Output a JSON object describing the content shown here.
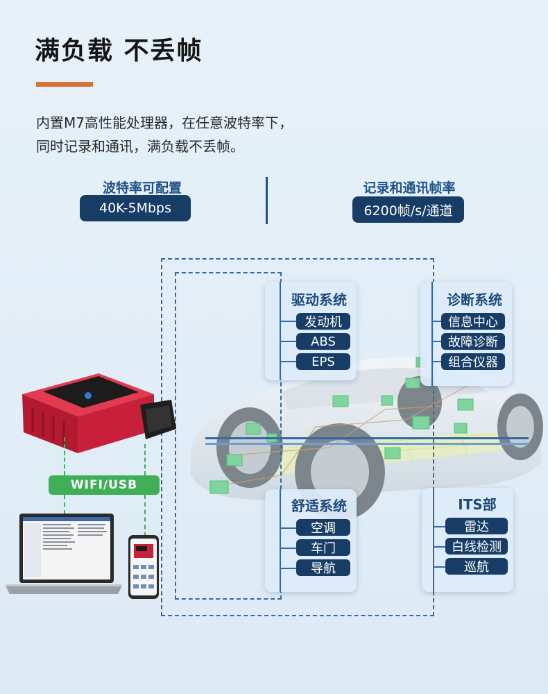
{
  "header": {
    "title": "满负载  不丢帧",
    "description": "内置M7高性能处理器，在任意波特率下，\n同时记录和通讯，满负载不丢帧。"
  },
  "stats": [
    {
      "label": "波特率可配置",
      "value": "40K-5Mbps"
    },
    {
      "label": "记录和通讯帧率",
      "value": "6200帧/s/通道"
    }
  ],
  "connection": {
    "label": "WIFI/USB"
  },
  "systems": [
    {
      "title": "驱动系统",
      "items": [
        "发动机",
        "ABS",
        "EPS"
      ]
    },
    {
      "title": "诊断系统",
      "items": [
        "信息中心",
        "故障诊断",
        "组合仪器"
      ]
    },
    {
      "title": "舒适系统",
      "items": [
        "空调",
        "车门",
        "导航"
      ]
    },
    {
      "title": "ITS部",
      "items": [
        "雷达",
        "白线检测",
        "巡航"
      ]
    }
  ],
  "colors": {
    "accent": "#d4733c",
    "navy": "#173d66",
    "green": "#3fae56",
    "device_red": "#c8203a"
  },
  "icons": [
    "obd-device-icon",
    "laptop-icon",
    "phone-icon",
    "car-illustration"
  ]
}
